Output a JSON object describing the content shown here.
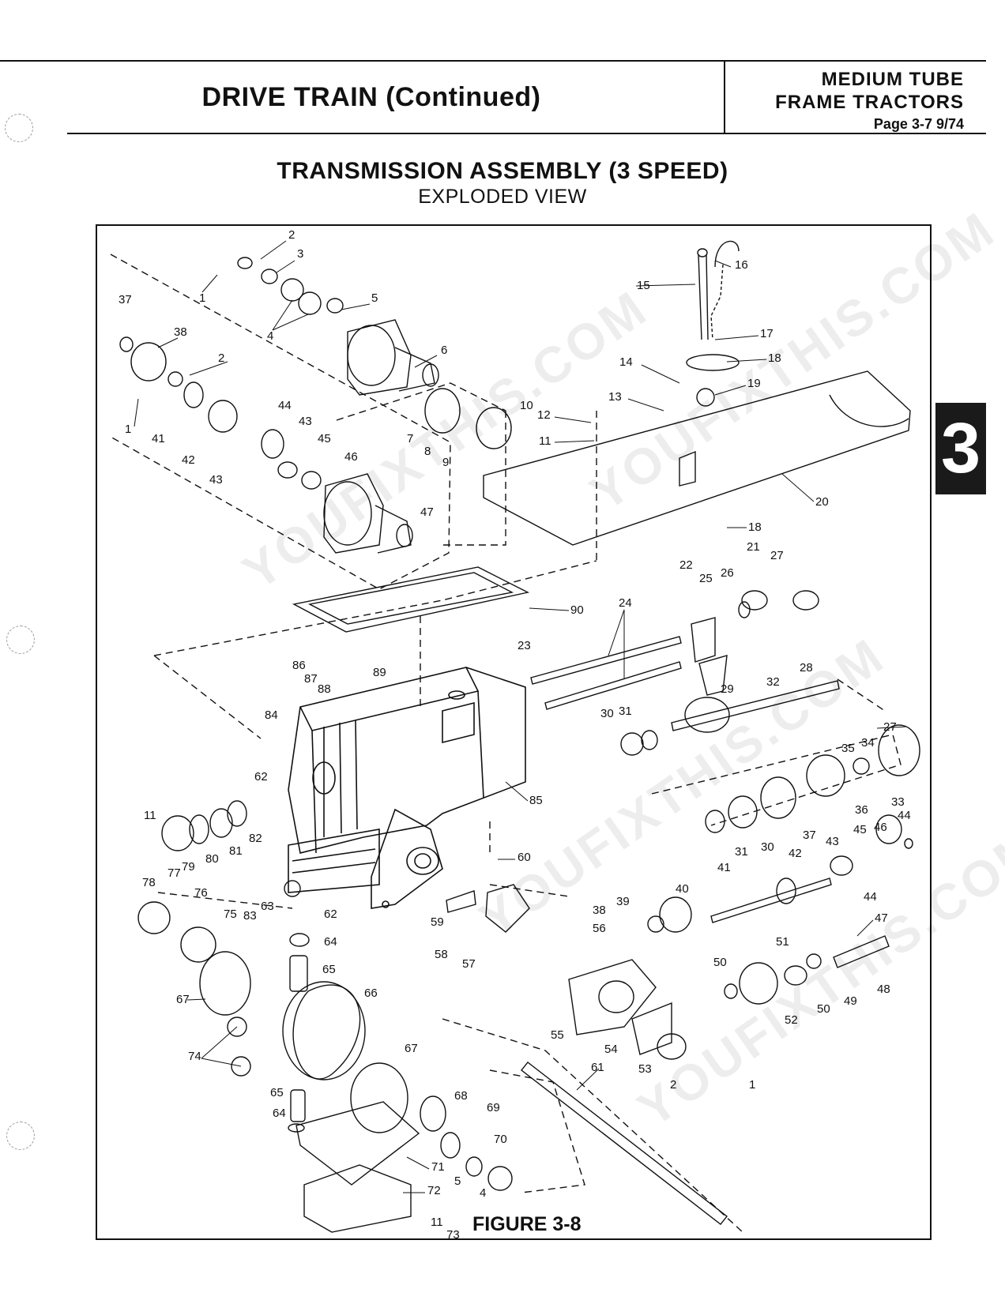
{
  "header": {
    "title": "DRIVE TRAIN (Continued)",
    "right_line1": "MEDIUM TUBE",
    "right_line2": "FRAME TRACTORS",
    "right_line3": "Page 3-7  9/74"
  },
  "diagram": {
    "title": "TRANSMISSION ASSEMBLY (3 SPEED)",
    "subtitle": "EXPLODED VIEW",
    "figure_caption": "FIGURE 3-8"
  },
  "tab_label": "3",
  "watermark": "YOUFIXTHIS.COM",
  "callouts": [
    "1",
    "2",
    "3",
    "4",
    "5",
    "6",
    "7",
    "8",
    "9",
    "10",
    "11",
    "12",
    "13",
    "14",
    "15",
    "16",
    "17",
    "18",
    "19",
    "20",
    "21",
    "22",
    "23",
    "24",
    "25",
    "26",
    "27",
    "28",
    "29",
    "30",
    "31",
    "32",
    "33",
    "34",
    "35",
    "36",
    "37",
    "38",
    "39",
    "40",
    "41",
    "42",
    "43",
    "44",
    "45",
    "46",
    "47",
    "48",
    "49",
    "50",
    "51",
    "52",
    "53",
    "54",
    "55",
    "56",
    "57",
    "58",
    "59",
    "60",
    "61",
    "62",
    "63",
    "64",
    "65",
    "66",
    "67",
    "68",
    "69",
    "70",
    "71",
    "72",
    "73",
    "74",
    "75",
    "76",
    "77",
    "78",
    "79",
    "80",
    "81",
    "82",
    "83",
    "84",
    "85",
    "86",
    "87",
    "88",
    "89",
    "90"
  ]
}
